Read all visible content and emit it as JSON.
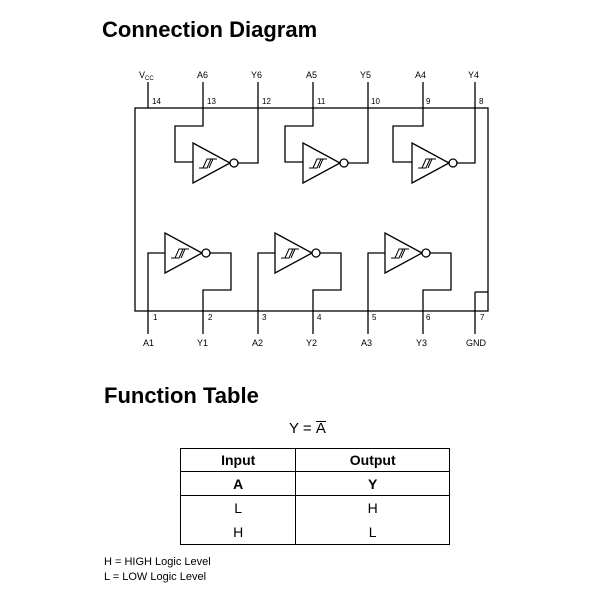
{
  "connection": {
    "title": "Connection Diagram",
    "top_pins": [
      {
        "name": "V",
        "sub": "CC",
        "num": "14"
      },
      {
        "name": "A6",
        "num": "13"
      },
      {
        "name": "Y6",
        "num": "12"
      },
      {
        "name": "A5",
        "num": "11"
      },
      {
        "name": "Y5",
        "num": "10"
      },
      {
        "name": "A4",
        "num": "9"
      },
      {
        "name": "Y4",
        "num": "8"
      }
    ],
    "bottom_pins": [
      {
        "name": "A1",
        "num": "1"
      },
      {
        "name": "Y1",
        "num": "2"
      },
      {
        "name": "A2",
        "num": "3"
      },
      {
        "name": "Y2",
        "num": "4"
      },
      {
        "name": "A3",
        "num": "5"
      },
      {
        "name": "Y3",
        "num": "6"
      },
      {
        "name": "GND",
        "num": "7"
      }
    ],
    "gate_count": 6,
    "gate_symbol": "schmitt-trigger-inverter"
  },
  "function_table": {
    "title": "Function Table",
    "equation": {
      "lhs": "Y",
      "op": "=",
      "rhs": "A"
    },
    "headers": [
      "Input",
      "Output"
    ],
    "subheaders": [
      "A",
      "Y"
    ],
    "rows": [
      [
        "L",
        "H"
      ],
      [
        "H",
        "L"
      ]
    ]
  },
  "legend": [
    "H = HIGH Logic Level",
    "L = LOW Logic Level"
  ]
}
